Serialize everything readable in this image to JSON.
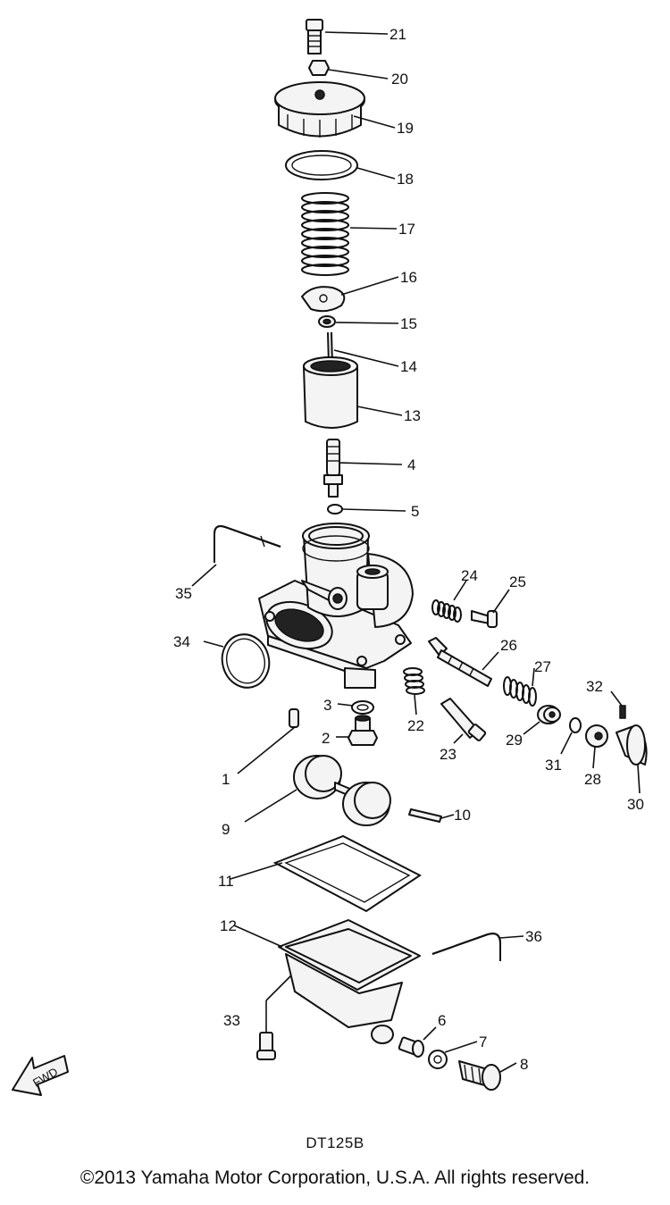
{
  "diagram": {
    "callouts": [
      "21",
      "20",
      "19",
      "18",
      "17",
      "16",
      "15",
      "14",
      "13",
      "4",
      "5",
      "35",
      "24",
      "25",
      "34",
      "26",
      "27",
      "32",
      "3",
      "22",
      "2",
      "23",
      "29",
      "31",
      "28",
      "30",
      "1",
      "9",
      "10",
      "11",
      "12",
      "36",
      "33",
      "6",
      "7",
      "8"
    ],
    "fwd_label": "FWD"
  },
  "footer": {
    "model": "DT125B",
    "copyright": "©2013 Yamaha Motor Corporation, U.S.A. All rights reserved."
  }
}
